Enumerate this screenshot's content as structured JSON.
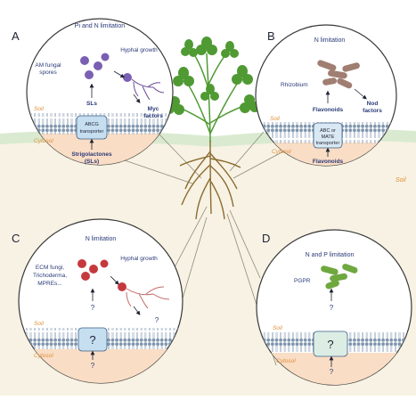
{
  "panels": {
    "A": {
      "letter": "A",
      "title": "Pi and N limitation",
      "soil": "Soil",
      "cytosol": "Cytosol",
      "spores_line1": "AM fungal",
      "spores_line2": "spores",
      "hyphal": "Hyphal growth",
      "sls": "SLs",
      "myc_line1": "Myc",
      "myc_line2": "factors",
      "transporter_line1": "ABCG",
      "transporter_line2": "transporter",
      "stri_line1": "Strigolactones",
      "stri_line2": "(SLs)"
    },
    "B": {
      "letter": "B",
      "title": "N limitation",
      "rhizobium": "Rhizobium",
      "nod_line1": "Nod",
      "nod_line2": "factors",
      "flavonoids_top": "Flavonoids",
      "transporter_line1": "ABC or",
      "transporter_line2": "MATE",
      "transporter_line3": "transporter",
      "soil": "Soil",
      "cytosol": "Cytosol",
      "flavonoids_bottom": "Flavonoids"
    },
    "C": {
      "letter": "C",
      "title": "N limitation",
      "hyphal": "Hyphal growth",
      "ecm_line1": "ECM fungi,",
      "ecm_line2": "Trichoderma,",
      "ecm_line3": "MPREs...",
      "q1": "?",
      "q2": "?",
      "q3": "?",
      "q_box": "?",
      "soil": "Soil",
      "cytosol": "Cytosol"
    },
    "D": {
      "letter": "D",
      "title": "N and P limitation",
      "pgpr": "PGPR",
      "q1": "?",
      "q_box": "?",
      "q2": "?",
      "soil": "Soil",
      "cytosol": "Cytosol"
    }
  },
  "background": {
    "soil_label": "Soil"
  },
  "colors": {
    "membrane": "#7f95ad",
    "cytosol": "#f9ddc5",
    "soil_bg": "#f7f2e3",
    "grass": "#d9ead0",
    "am_fungi": "#7a5fb3",
    "hyphae": "#6c4a94",
    "rhizobium": "#a07e72",
    "ecm_fungi": "#c5393e",
    "ecm_hyphae": "#c46a6a",
    "pgpr": "#6fa83f",
    "leaf": "#4f9a33",
    "root": "#8b6b2f",
    "text_blue": "#2a3a78",
    "text_orange": "#e0913a"
  }
}
